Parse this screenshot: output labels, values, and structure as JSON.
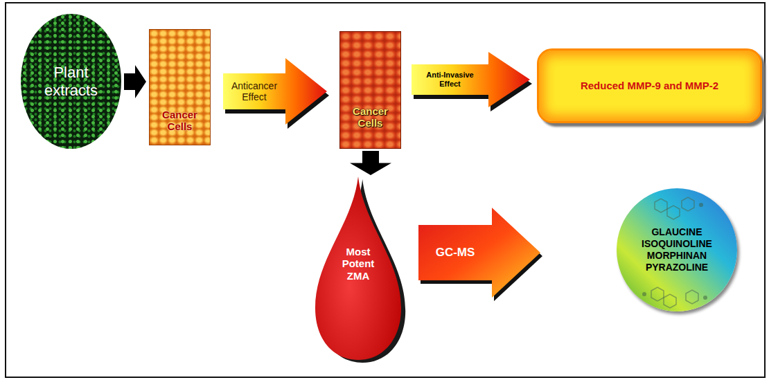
{
  "diagram": {
    "nodes": [
      {
        "text": [
          "Plant extracts"
        ]
      },
      {
        "text": [
          "Cancer Cells"
        ]
      },
      {
        "text": [
          "Cancer Cells"
        ]
      },
      {
        "text": [
          "Reduced MMP-9 and MMP-2"
        ]
      },
      {
        "text": [
          "Most Potent ZMA"
        ]
      },
      {
        "text": [
          "GLAUCINE ISOQUINOLINE MORPHINAN PYRAZOLINE"
        ]
      }
    ],
    "edges": [
      {
        "from": 0,
        "to": 1,
        "arrow": "to"
      },
      {
        "from": 1,
        "to": 2,
        "label": "Anticancer Effect",
        "arrow": "to"
      },
      {
        "from": 2,
        "to": 3,
        "label": "Anti-Invasive Effect",
        "arrow": "to"
      },
      {
        "from": 2,
        "to": 4,
        "arrow": "to"
      },
      {
        "from": 4,
        "to": 5,
        "label": "GC-MS",
        "arrow": "to"
      }
    ]
  }
}
